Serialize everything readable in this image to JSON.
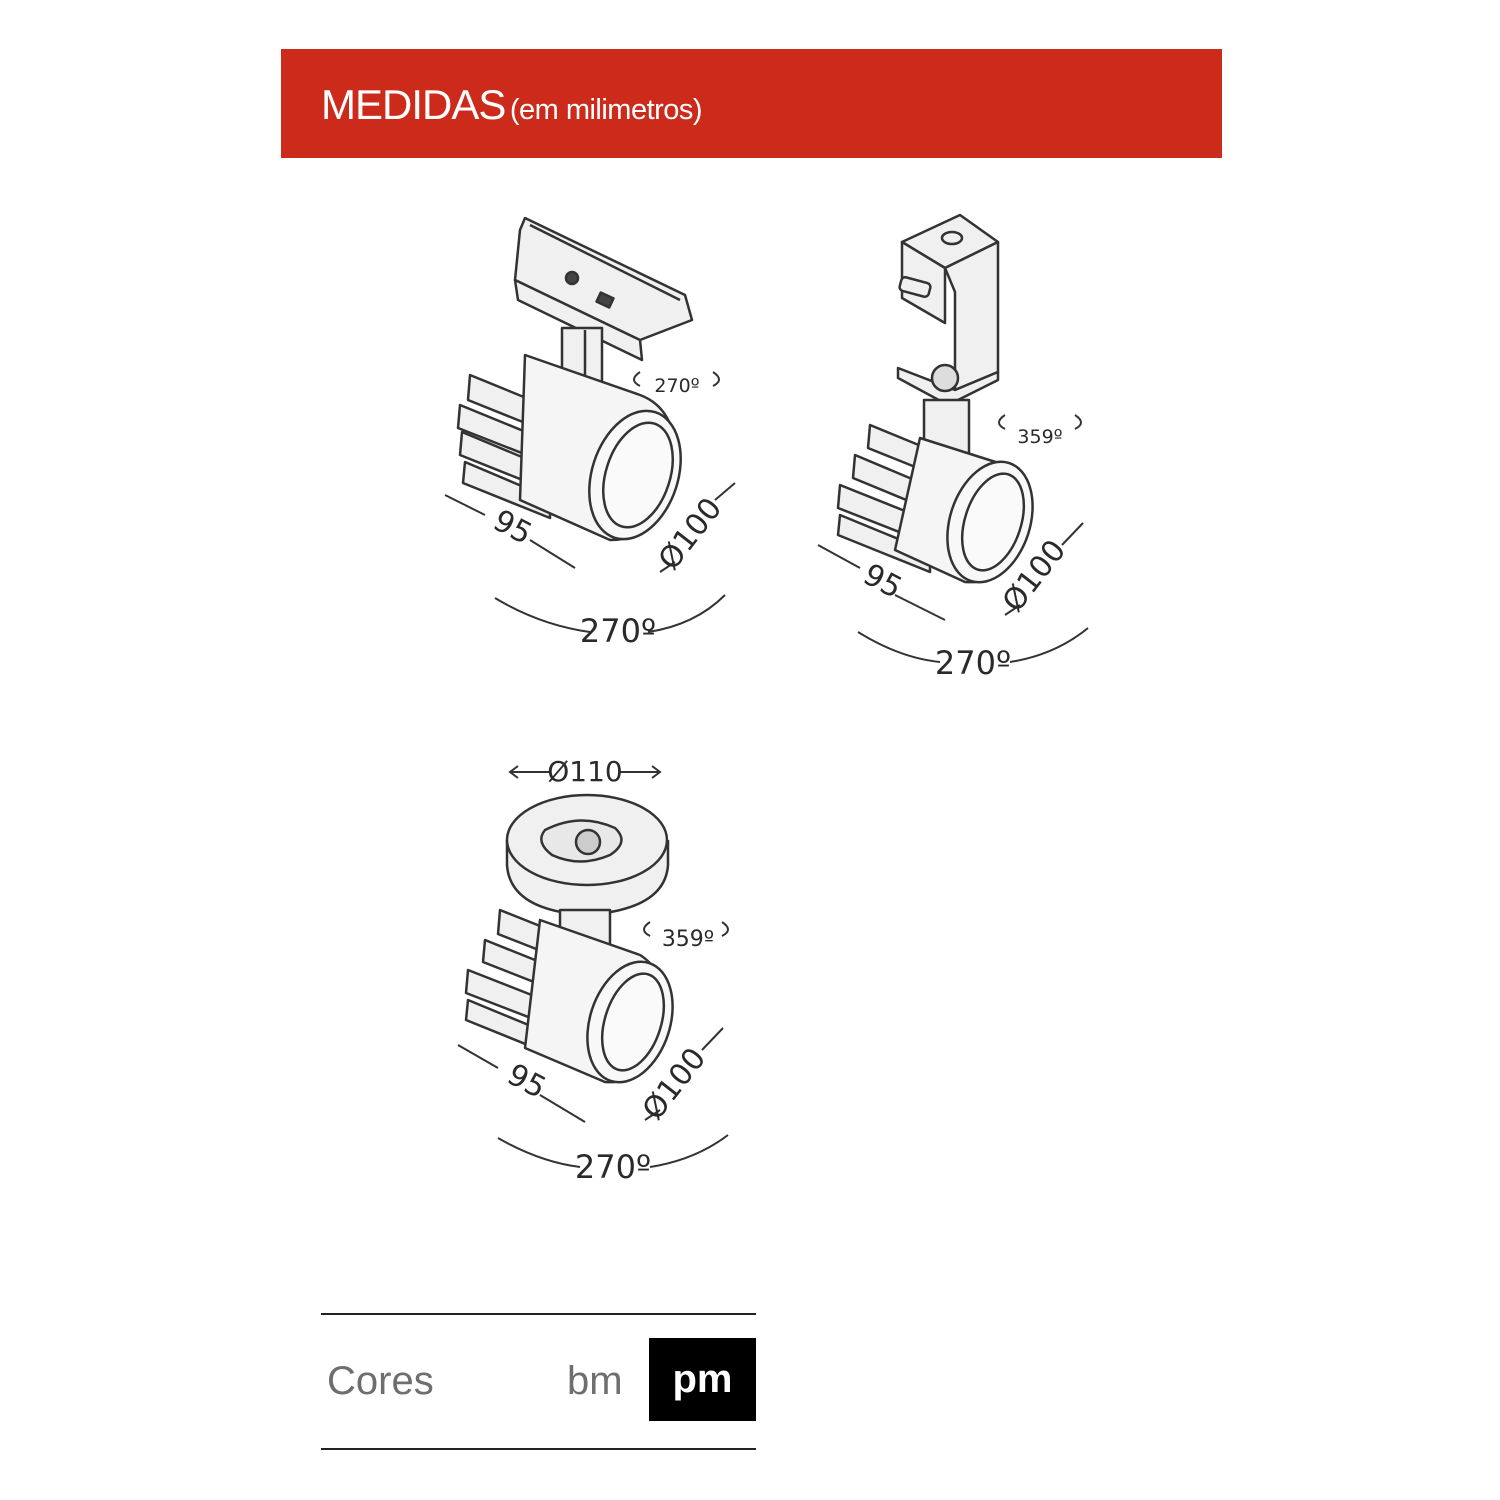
{
  "header": {
    "title": "MEDIDAS",
    "subtitle": "(em milimetros)",
    "background_color": "#cc2a1b"
  },
  "figures": [
    {
      "name": "track-mount-spot",
      "mount": "track adapter",
      "rotation_top": "270º",
      "length": "95",
      "diameter": "Ø100",
      "tilt": "270º"
    },
    {
      "name": "bracket-mount-spot",
      "mount": "bracket",
      "rotation_top": "359º",
      "length": "95",
      "diameter": "Ø100",
      "tilt": "270º"
    },
    {
      "name": "surface-mount-spot",
      "mount": "round base",
      "base_diameter": "Ø110",
      "rotation_top": "359º",
      "length": "95",
      "diameter": "Ø100",
      "tilt": "270º"
    }
  ],
  "colors": {
    "label": "Cores",
    "options": [
      {
        "code": "bm",
        "selected": false
      },
      {
        "code": "pm",
        "selected": true
      }
    ]
  }
}
